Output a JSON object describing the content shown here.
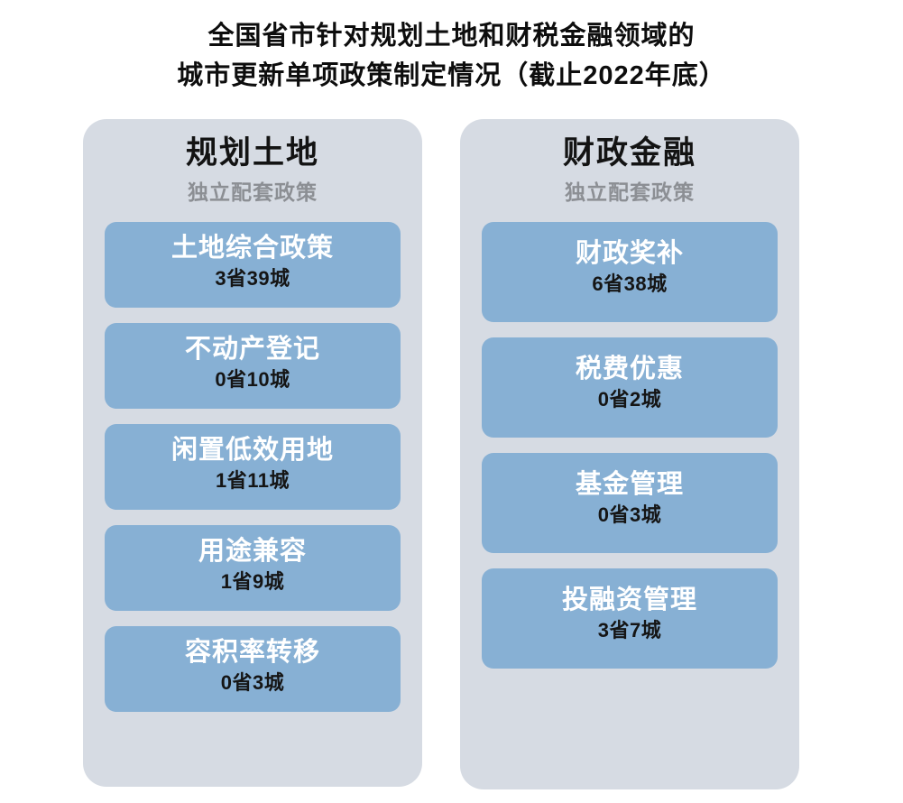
{
  "title": {
    "line1": "全国省市针对规划土地和财税金融领域的",
    "line2": "城市更新单项政策制定情况（截止2022年底）"
  },
  "colors": {
    "page_background": "#ffffff",
    "panel_background": "#d6dbe3",
    "card_background": "#87b0d4",
    "card_title_text": "#ffffff",
    "card_stat_text": "#151515",
    "panel_title_text": "#131313",
    "panel_subtitle_text": "#8c8f94"
  },
  "panels": [
    {
      "id": "planning-land",
      "title": "规划土地",
      "subtitle": "独立配套政策",
      "cards": [
        {
          "label": "土地综合政策",
          "stat": "3省39城",
          "provinces": 3,
          "cities": 39
        },
        {
          "label": "不动产登记",
          "stat": "0省10城",
          "provinces": 0,
          "cities": 10
        },
        {
          "label": "闲置低效用地",
          "stat": "1省11城",
          "provinces": 1,
          "cities": 11
        },
        {
          "label": "用途兼容",
          "stat": "1省9城",
          "provinces": 1,
          "cities": 9
        },
        {
          "label": "容积率转移",
          "stat": "0省3城",
          "provinces": 0,
          "cities": 3
        }
      ]
    },
    {
      "id": "fiscal-finance",
      "title": "财政金融",
      "subtitle": "独立配套政策",
      "cards": [
        {
          "label": "财政奖补",
          "stat": "6省38城",
          "provinces": 6,
          "cities": 38
        },
        {
          "label": "税费优惠",
          "stat": "0省2城",
          "provinces": 0,
          "cities": 2
        },
        {
          "label": "基金管理",
          "stat": "0省3城",
          "provinces": 0,
          "cities": 3
        },
        {
          "label": "投融资管理",
          "stat": "3省7城",
          "provinces": 3,
          "cities": 7
        }
      ]
    }
  ]
}
